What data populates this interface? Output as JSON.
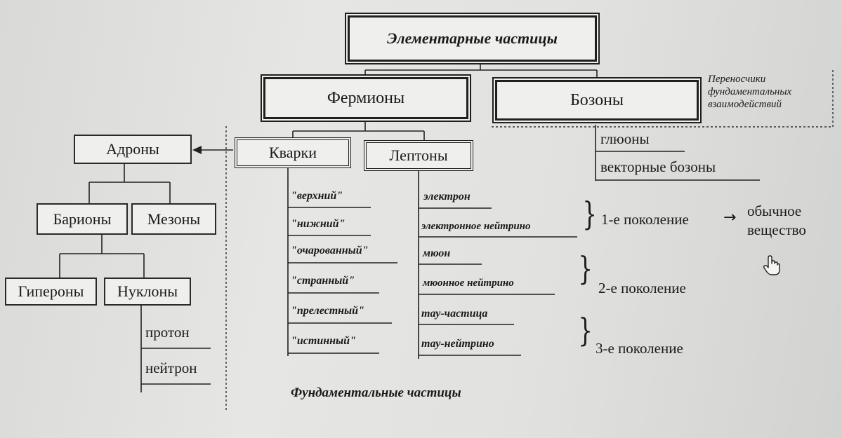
{
  "title": "Элементарные частицы",
  "fermions": "Фермионы",
  "bosons": "Бозоны",
  "carriers_note": [
    "Переносчики",
    "фундаментальных",
    "взаимодействий"
  ],
  "hadrons": "Адроны",
  "quarks": "Кварки",
  "leptons": "Лептоны",
  "baryons": "Барионы",
  "mesons": "Мезоны",
  "hyperons": "Гипероны",
  "nucleons": "Нуклоны",
  "nucleon_items": [
    "протон",
    "нейтрон"
  ],
  "boson_items": [
    "глюоны",
    "векторные бозоны"
  ],
  "quark_items": [
    "\"верхний\"",
    "\"нижний\"",
    "\"очарованный\"",
    "\"странный\"",
    "\"прелестный\"",
    "\"истинный\""
  ],
  "lepton_items": [
    "электрон",
    "электронное нейтрино",
    "мюон",
    "мюонное нейтрино",
    "тау-частица",
    "тау-нейтрино"
  ],
  "generations": [
    "1-е поколение",
    "2-е поколение",
    "3-е поколение"
  ],
  "arrow_glyph": "→",
  "ordinary_matter": [
    "обычное",
    "вещество"
  ],
  "footer": "Фундаментальные частицы",
  "icons": {
    "cursor": "hand-pointer-icon"
  }
}
